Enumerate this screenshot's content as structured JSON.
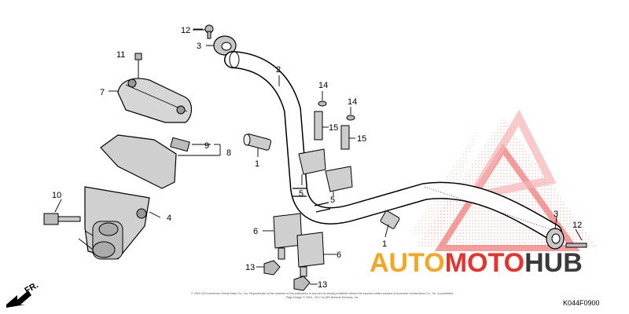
{
  "callouts": [
    "1",
    "1",
    "2",
    "3",
    "3",
    "4",
    "5",
    "5",
    "6",
    "6",
    "7",
    "8",
    "9",
    "10",
    "11",
    "12",
    "12",
    "13",
    "13",
    "14",
    "14",
    "15",
    "15"
  ],
  "front_label": "FR.",
  "figure_code": "K044F0900",
  "copyright_lines": [
    "© 2002-2013 American Honda Motor Co., Inc. Reproduction of the contents of this publication in any form is strictly prohibited without the express written consent of American Honda Motor Co., Inc. is prohibited.",
    "Page Design © 2004 - 2017 by ARI Network Services, Inc."
  ],
  "watermark": {
    "word1": "AUTO",
    "word2": "MOTO",
    "word3": "HUB",
    "color_primary": "#f5a623",
    "color_secondary": "#e8322d",
    "color_dark": "#3a3a3a"
  }
}
